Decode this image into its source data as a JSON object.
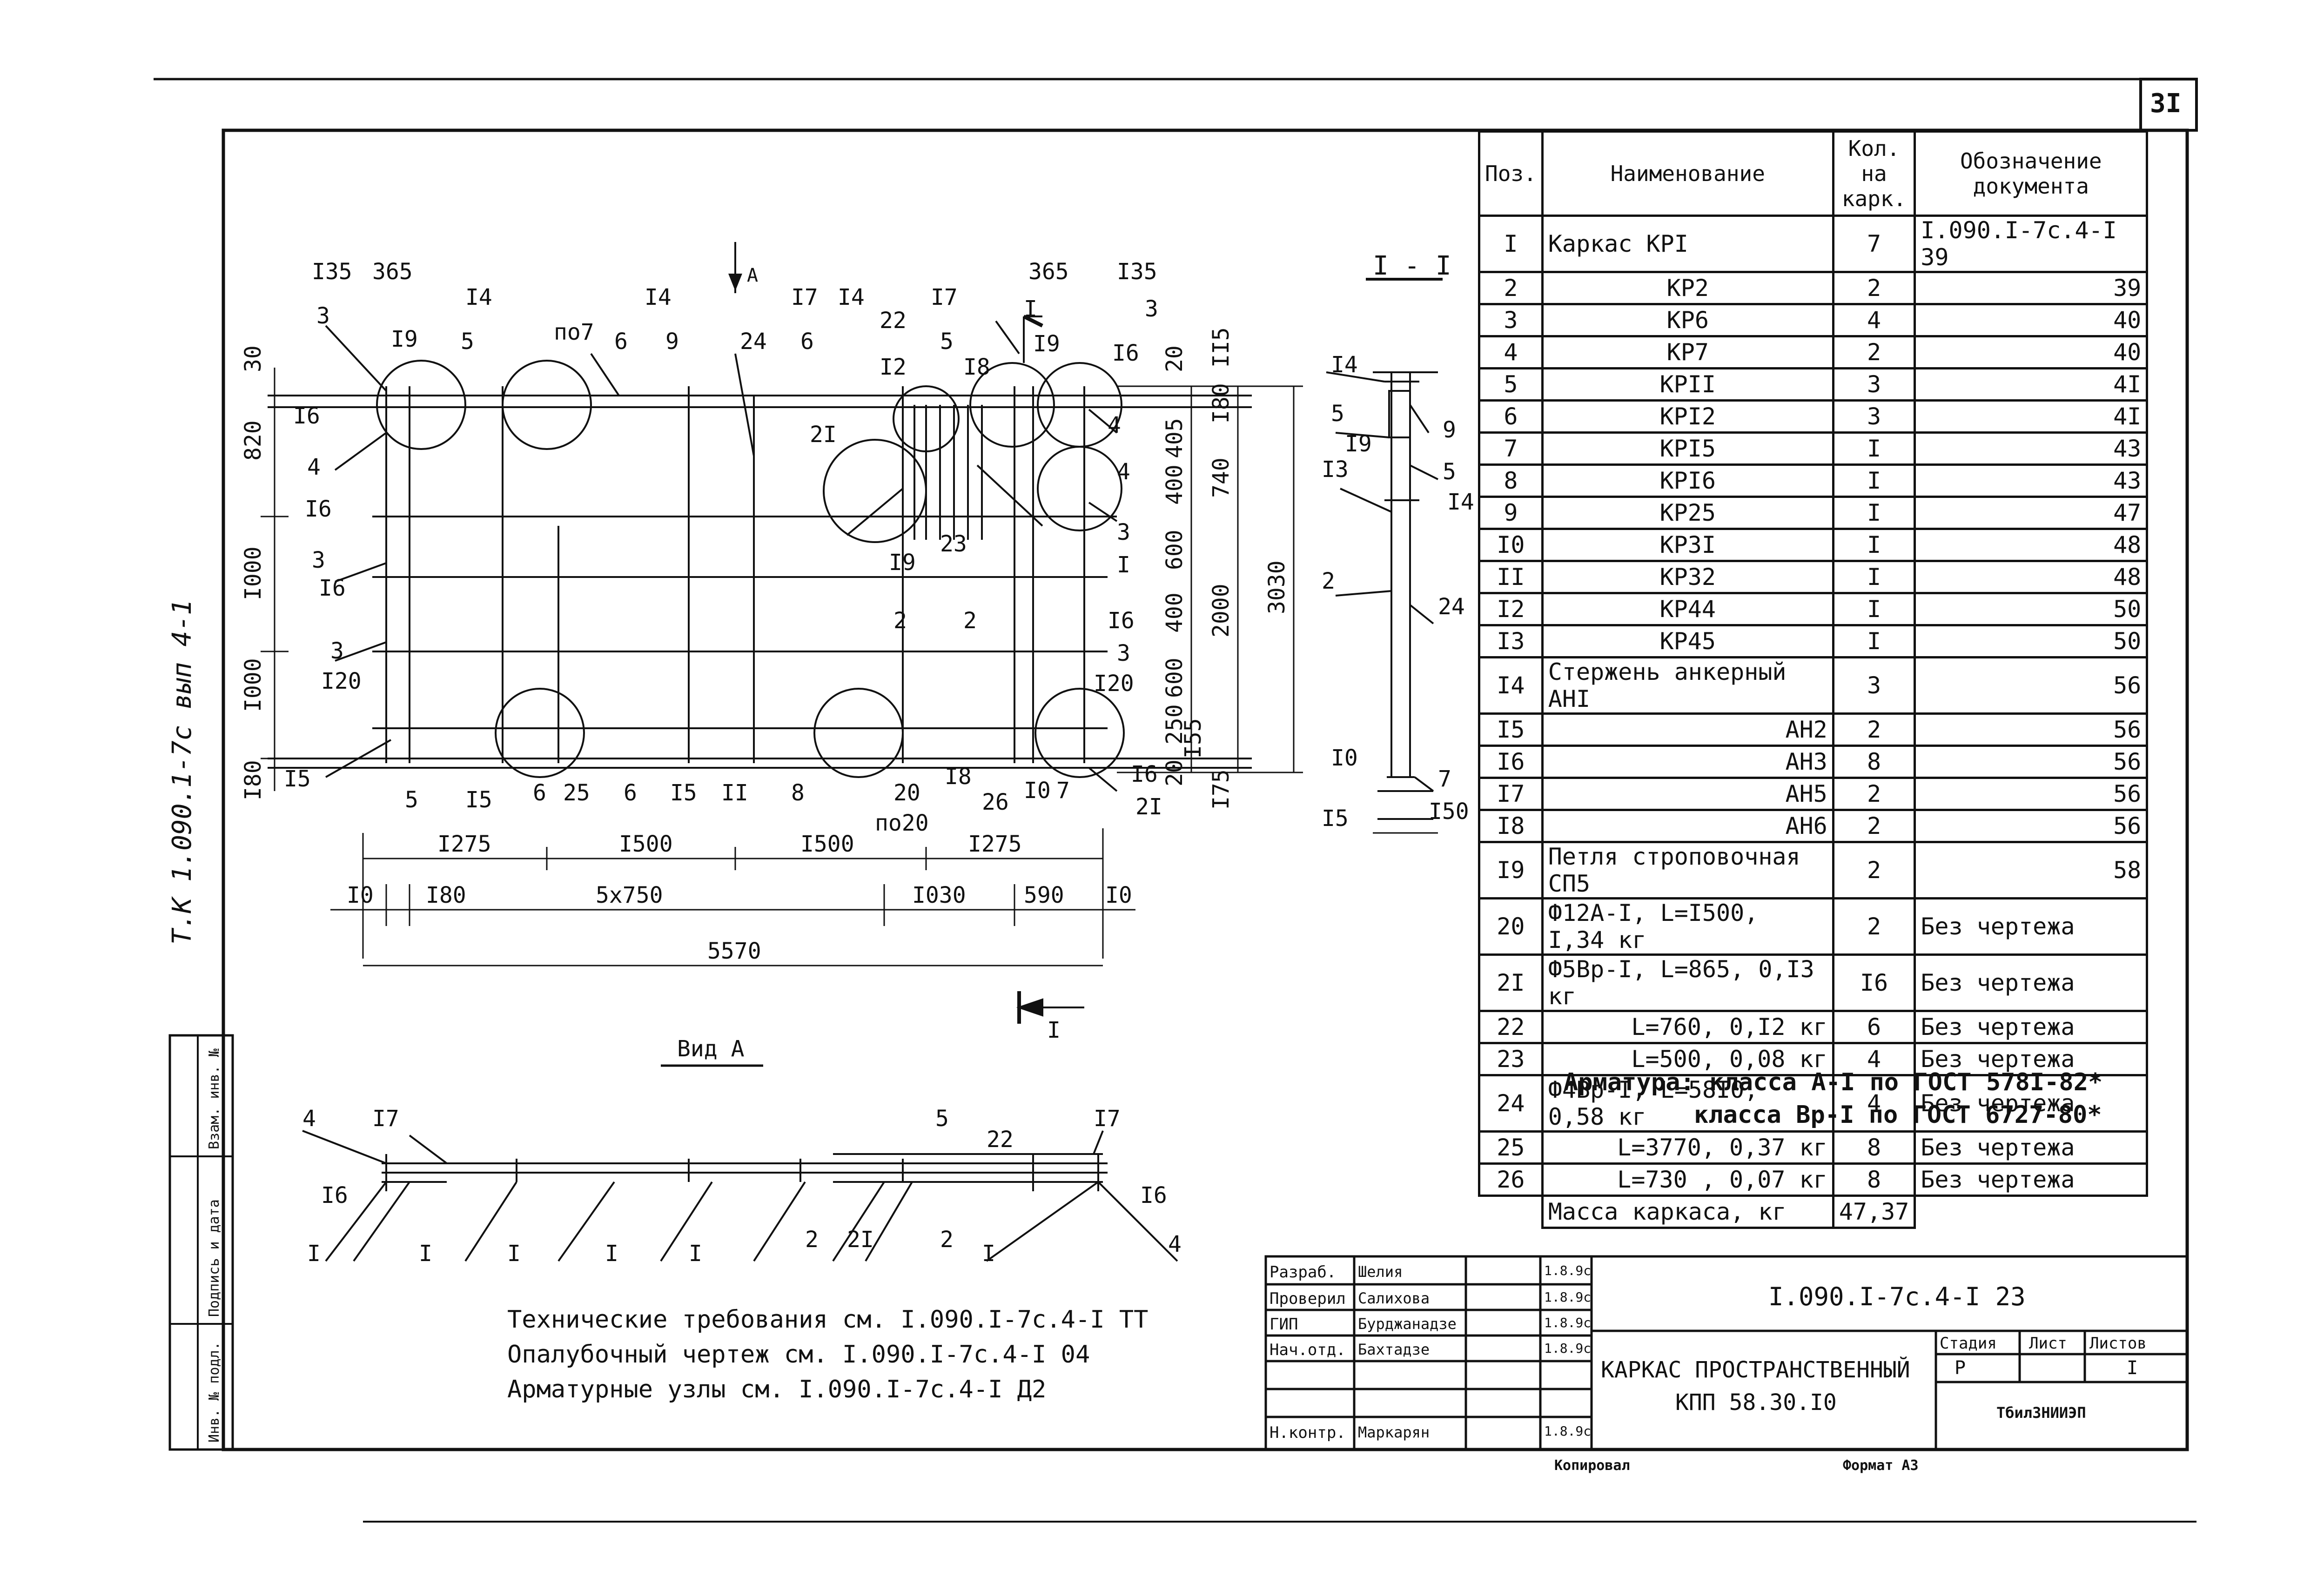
{
  "sheet": {
    "page_number": "3I",
    "side_archive_note": "Т.К 1.090.1-7с вып 4-1"
  },
  "left_stamp": [
    "Инв. № подл.",
    "Подпись и дата",
    "Взам. инв. №"
  ],
  "plan": {
    "view_marker": "А",
    "section_marker": "I",
    "top_dims": {
      "left_a": "I35",
      "left_b": "365",
      "right_a": "365",
      "right_b": "I35"
    },
    "top_labels": [
      {
        "t": "3"
      },
      {
        "t": "I9"
      },
      {
        "t": "I4"
      },
      {
        "t": "5"
      },
      {
        "t": "по7"
      },
      {
        "t": "I4"
      },
      {
        "t": "6"
      },
      {
        "t": "9"
      },
      {
        "t": "24"
      },
      {
        "t": "6"
      },
      {
        "t": "I7"
      },
      {
        "t": "I4"
      },
      {
        "t": "22"
      },
      {
        "t": "I2"
      },
      {
        "t": "5"
      },
      {
        "t": "I7"
      },
      {
        "t": "I8"
      },
      {
        "t": "I"
      },
      {
        "t": "I9"
      },
      {
        "t": "I6"
      },
      {
        "t": "3"
      }
    ],
    "left_labels": [
      "30",
      "820",
      "I000",
      "I000",
      "I80",
      "I6",
      "4",
      "I6",
      "3",
      "I6",
      "3",
      "I20",
      "I5"
    ],
    "right_dims_inner": [
      "20",
      "I80",
      "405",
      "400",
      "600",
      "400",
      "600",
      "250",
      "I55",
      "20"
    ],
    "right_dims_mid": [
      "II5",
      "740",
      "2000",
      "I75"
    ],
    "right_dims_outer": "3030",
    "right_labels": [
      "4",
      "4",
      "3",
      "I",
      "I6",
      "3",
      "I20",
      "I6",
      "2I"
    ],
    "inner_labels": [
      "2I",
      "I9",
      "23",
      "2",
      "2",
      "I6"
    ],
    "bottom_labels": [
      "5",
      "I5",
      "6",
      "25",
      "6",
      "I5",
      "II",
      "8",
      "20",
      "по20",
      "I8",
      "26",
      "I0",
      "7"
    ],
    "bottom_dims_1": [
      "I275",
      "I500",
      "I500",
      "I275"
    ],
    "bottom_dims_2": [
      "I0",
      "I80",
      "5х750",
      "I030",
      "590",
      "I0"
    ],
    "overall": "5570"
  },
  "section": {
    "title": "I - I",
    "labels_left": [
      "I4",
      "5",
      "I9",
      "I3",
      "2",
      "I0",
      "I5"
    ],
    "labels_right": [
      "9",
      "5",
      "I4",
      "24",
      "7",
      "I50"
    ]
  },
  "view_a": {
    "title": "Вид А",
    "labels_top": [
      "4",
      "I7",
      "5",
      "22",
      "I7"
    ],
    "labels_side": [
      "I6",
      "I6"
    ],
    "labels_bottom": [
      "I",
      "I",
      "I",
      "I",
      "I",
      "2",
      "2I",
      "2",
      "I",
      "4"
    ]
  },
  "spec": {
    "headers": {
      "pos": "Поз.",
      "name": "Наименование",
      "qty_l1": "Кол.",
      "qty_l2": "на",
      "qty_l3": "карк.",
      "doc_l1": "Обозначение",
      "doc_l2": "документа"
    },
    "rows": [
      {
        "pos": "I",
        "name": "Каркас КРI",
        "qty": "7",
        "doc": "I.090.I-7с.4-I 39"
      },
      {
        "pos": "2",
        "name": "КР2",
        "qty": "2",
        "doc": "39"
      },
      {
        "pos": "3",
        "name": "КР6",
        "qty": "4",
        "doc": "40"
      },
      {
        "pos": "4",
        "name": "КР7",
        "qty": "2",
        "doc": "40"
      },
      {
        "pos": "5",
        "name": "КРII",
        "qty": "3",
        "doc": "4I"
      },
      {
        "pos": "6",
        "name": "КРI2",
        "qty": "3",
        "doc": "4I"
      },
      {
        "pos": "7",
        "name": "КРI5",
        "qty": "I",
        "doc": "43"
      },
      {
        "pos": "8",
        "name": "КРI6",
        "qty": "I",
        "doc": "43"
      },
      {
        "pos": "9",
        "name": "КР25",
        "qty": "I",
        "doc": "47"
      },
      {
        "pos": "I0",
        "name": "КР3I",
        "qty": "I",
        "doc": "48"
      },
      {
        "pos": "II",
        "name": "КР32",
        "qty": "I",
        "doc": "48"
      },
      {
        "pos": "I2",
        "name": "КР44",
        "qty": "I",
        "doc": "50"
      },
      {
        "pos": "I3",
        "name": "КР45",
        "qty": "I",
        "doc": "50"
      },
      {
        "pos": "I4",
        "name": "Стержень анкерный  АНI",
        "qty": "3",
        "doc": "56"
      },
      {
        "pos": "I5",
        "name": "АН2",
        "qty": "2",
        "doc": "56"
      },
      {
        "pos": "I6",
        "name": "АН3",
        "qty": "8",
        "doc": "56"
      },
      {
        "pos": "I7",
        "name": "АН5",
        "qty": "2",
        "doc": "56"
      },
      {
        "pos": "I8",
        "name": "АН6",
        "qty": "2",
        "doc": "56"
      },
      {
        "pos": "I9",
        "name": "Петля строповочная СП5",
        "qty": "2",
        "doc": "58"
      },
      {
        "pos": "20",
        "name": "Ф12А-I, L=I500, I,34 кг",
        "qty": "2",
        "doc": "Без чертежа"
      },
      {
        "pos": "2I",
        "name": "Ф5Вр-I, L=865, 0,I3 кг",
        "qty": "I6",
        "doc": "Без чертежа"
      },
      {
        "pos": "22",
        "name": "L=760, 0,I2 кг",
        "qty": "6",
        "doc": "Без чертежа"
      },
      {
        "pos": "23",
        "name": "L=500, 0,08 кг",
        "qty": "4",
        "doc": "Без чертежа"
      },
      {
        "pos": "24",
        "name": "Ф4Вр-I, L=58I0, 0,58 кг",
        "qty": "4",
        "doc": "Без чертежа"
      },
      {
        "pos": "25",
        "name": "L=3770, 0,37 кг",
        "qty": "8",
        "doc": "Без чертежа"
      },
      {
        "pos": "26",
        "name": "L=730 , 0,07 кг",
        "qty": "8",
        "doc": "Без чертежа"
      }
    ],
    "mass_label": "Масса каркаса, кг",
    "mass_value": "47,37",
    "notes": [
      "Арматура: класса А-I по ГОСТ 578I-82*",
      "класса Вр-I по ГОСТ 6727-80*"
    ]
  },
  "requirements": [
    "Технические требования см. I.090.I-7с.4-I ТТ",
    "Опалубочный чертеж см. I.090.I-7с.4-I 04",
    "Арматурные узлы см. I.090.I-7с.4-I Д2"
  ],
  "stamp": {
    "roles": [
      {
        "role": "Разраб.",
        "name": "Шелия",
        "date": "1.8.9с"
      },
      {
        "role": "Проверил",
        "name": "Салихова",
        "date": "1.8.9с"
      },
      {
        "role": "ГИП",
        "name": "Бурджанадзе",
        "date": "1.8.9с"
      },
      {
        "role": "Нач.отд.",
        "name": "Бахтадзе",
        "date": "1.8.9с"
      },
      {
        "role": "",
        "name": "",
        "date": ""
      },
      {
        "role": "",
        "name": "",
        "date": ""
      },
      {
        "role": "Н.контр.",
        "name": "Маркарян",
        "date": "1.8.9с"
      }
    ],
    "doc_code": "I.090.I-7с.4-I 23",
    "title_l1": "КАРКАС ПРОСТРАНСТВЕННЫЙ",
    "title_l2": "КПП 58.30.I0",
    "stage_label": "Стадия",
    "sheet_label": "Лист",
    "sheets_label": "Листов",
    "stage": "Р",
    "sheets": "I",
    "org": "ТбилЗНИИЭП",
    "copied": "Копировал",
    "format": "Формат А3"
  }
}
